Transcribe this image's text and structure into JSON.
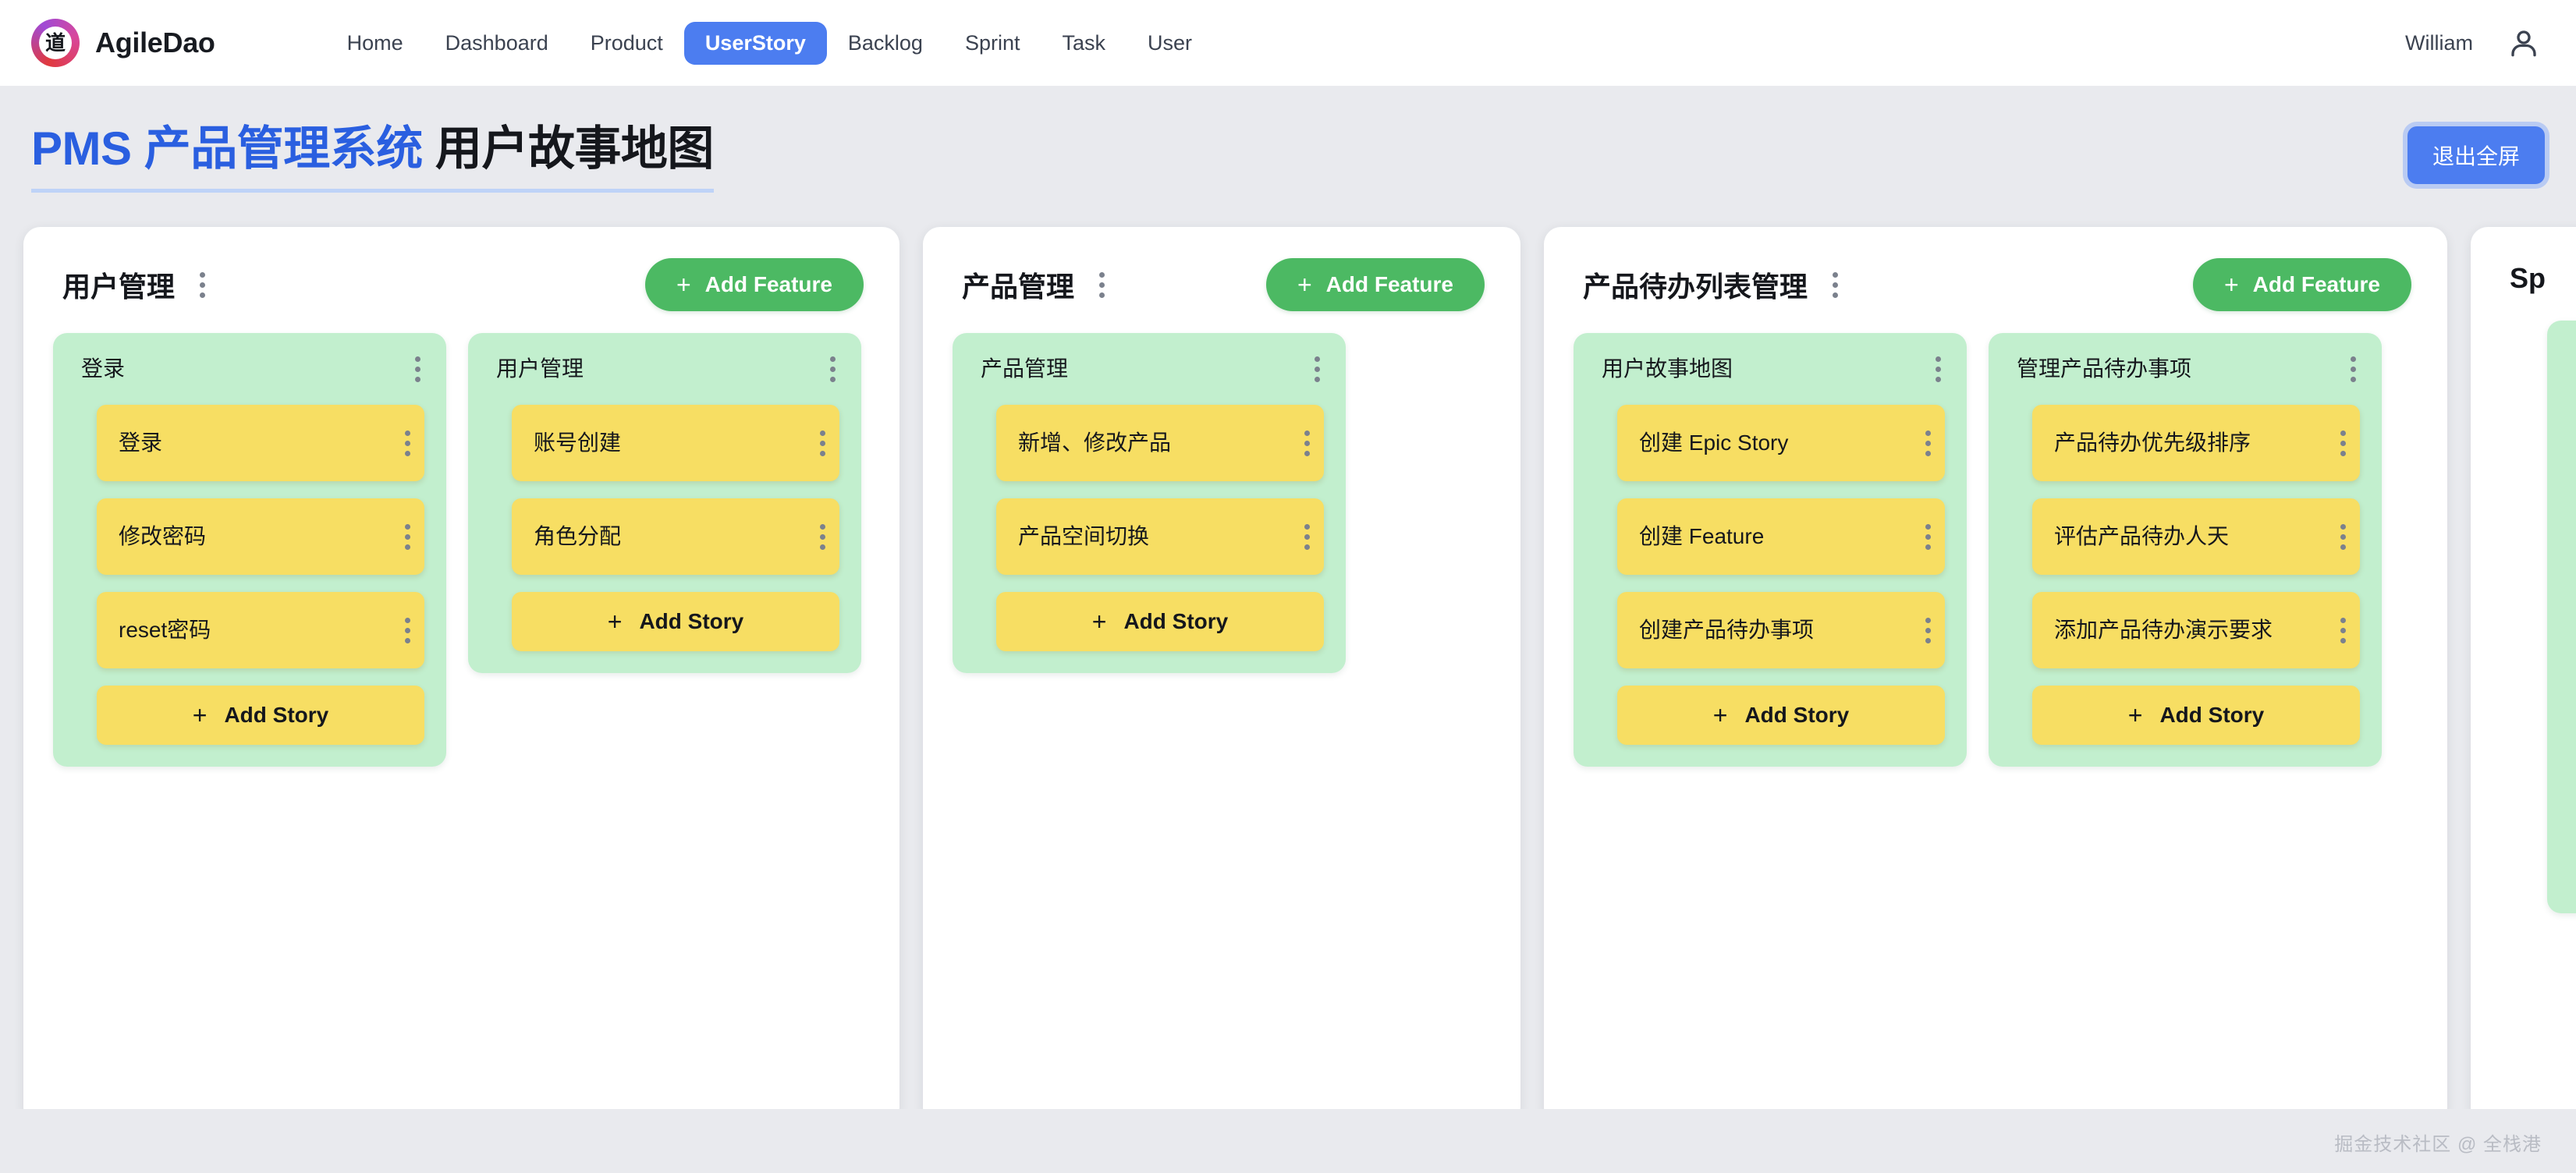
{
  "nav": {
    "logo_glyph": "道",
    "brand": "AgileDao",
    "links": [
      {
        "label": "Home",
        "active": false
      },
      {
        "label": "Dashboard",
        "active": false
      },
      {
        "label": "Product",
        "active": false
      },
      {
        "label": "UserStory",
        "active": true
      },
      {
        "label": "Backlog",
        "active": false
      },
      {
        "label": "Sprint",
        "active": false
      },
      {
        "label": "Task",
        "active": false
      },
      {
        "label": "User",
        "active": false
      }
    ],
    "username": "William",
    "avatar_icon": "user-icon",
    "active_color": "#4c7df0"
  },
  "header": {
    "title_blue": "PMS 产品管理系统",
    "title_dark": "用户故事地图",
    "exit_fullscreen": "退出全屏",
    "underline_color": "#bed3f7"
  },
  "labels": {
    "add_feature": "Add Feature",
    "add_story": "Add Story",
    "plus": "+",
    "menu_icon": "more-vertical-icon"
  },
  "colors": {
    "page_bg": "#e9eaee",
    "card_bg": "#ffffff",
    "feature_bg": "#c2efce",
    "story_bg": "#f7de63",
    "green_button": "#4cb963",
    "blue_accent": "#4c7df0"
  },
  "board": {
    "epics": [
      {
        "title": "用户管理",
        "width": "w1",
        "has_add_feature": true,
        "features": [
          {
            "title": "登录",
            "size": "medium",
            "stories": [
              "登录",
              "修改密码",
              "reset密码"
            ]
          },
          {
            "title": "用户管理",
            "size": "medium",
            "stories": [
              "账号创建",
              "角色分配"
            ]
          }
        ]
      },
      {
        "title": "产品管理",
        "width": "w2",
        "has_add_feature": true,
        "features": [
          {
            "title": "产品管理",
            "size": "medium",
            "stories": [
              "新增、修改产品",
              "产品空间切换"
            ]
          }
        ]
      },
      {
        "title": "产品待办列表管理",
        "width": "w3",
        "has_add_feature": true,
        "features": [
          {
            "title": "用户故事地图",
            "size": "medium",
            "stories": [
              "创建 Epic Story",
              "创建 Feature",
              "创建产品待办事项"
            ]
          },
          {
            "title": "管理产品待办事项",
            "size": "medium",
            "stories": [
              "产品待办优先级排序",
              "评估产品待办人天",
              "添加产品待办演示要求"
            ]
          }
        ]
      },
      {
        "title": "Sp",
        "width": "w4",
        "has_add_feature": false,
        "features": [
          {
            "title": "",
            "size": "medium",
            "stories": []
          }
        ]
      }
    ]
  },
  "watermark": "掘金技术社区 @ 全栈港"
}
